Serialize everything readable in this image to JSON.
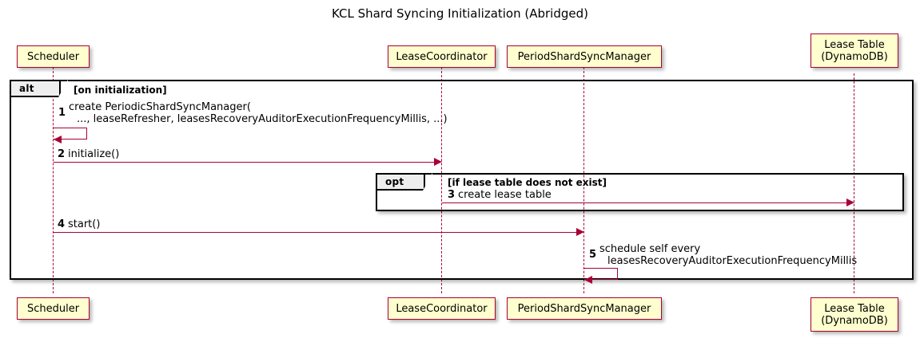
{
  "diagram": {
    "type": "sequence-diagram",
    "title": "KCL Shard Syncing Initialization (Abridged)",
    "colors": {
      "participant_fill": "#FEFECE",
      "participant_border": "#A80036",
      "arrow": "#A80036",
      "frame_border": "#000000",
      "frame_tab_fill": "#EEEEEE",
      "background": "#FFFFFF"
    }
  },
  "participants": [
    {
      "id": "scheduler",
      "name": "Scheduler",
      "lines": [
        "Scheduler"
      ]
    },
    {
      "id": "lease-coordinator",
      "name": "LeaseCoordinator",
      "lines": [
        "LeaseCoordinator"
      ]
    },
    {
      "id": "period-shard-sync-manager",
      "name": "PeriodShardSyncManager",
      "lines": [
        "PeriodShardSyncManager"
      ]
    },
    {
      "id": "lease-table",
      "name": "Lease Table (DynamoDB)",
      "lines": [
        "Lease Table",
        "(DynamoDB)"
      ]
    }
  ],
  "fragments": [
    {
      "id": "alt",
      "operator": "alt",
      "guard": "[on initialization]"
    },
    {
      "id": "opt",
      "operator": "opt",
      "guard": "[if lease table does not exist]"
    }
  ],
  "messages": [
    {
      "number": "1",
      "from": "scheduler",
      "to": "scheduler",
      "self": true,
      "text_line1": "create PeriodicShardSyncManager(",
      "text_line2": "..., leaseRefresher, leasesRecoveryAuditorExecutionFrequencyMillis, ...)"
    },
    {
      "number": "2",
      "from": "scheduler",
      "to": "lease-coordinator",
      "self": false,
      "text_line1": "initialize()",
      "text_line2": ""
    },
    {
      "number": "3",
      "from": "lease-coordinator",
      "to": "lease-table",
      "self": false,
      "text_line1": "create lease table",
      "text_line2": ""
    },
    {
      "number": "4",
      "from": "scheduler",
      "to": "period-shard-sync-manager",
      "self": false,
      "text_line1": "start()",
      "text_line2": ""
    },
    {
      "number": "5",
      "from": "period-shard-sync-manager",
      "to": "period-shard-sync-manager",
      "self": true,
      "text_line1": "schedule self every",
      "text_line2": "leasesRecoveryAuditorExecutionFrequencyMillis"
    }
  ]
}
